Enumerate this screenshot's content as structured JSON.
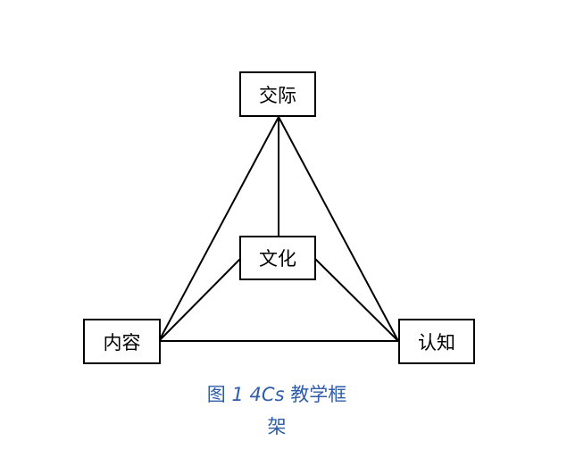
{
  "diagram": {
    "nodes": {
      "top": "交际",
      "center": "文化",
      "left": "内容",
      "right": "认知"
    },
    "edges": [
      [
        "top",
        "left"
      ],
      [
        "top",
        "right"
      ],
      [
        "top",
        "center"
      ],
      [
        "left",
        "right"
      ],
      [
        "center",
        "left"
      ],
      [
        "center",
        "right"
      ]
    ]
  },
  "caption": {
    "prefix": "图",
    "number": "1",
    "label": "4Cs",
    "title_line1": "教学框",
    "title_line2": "架",
    "color": "#2f5da8"
  }
}
